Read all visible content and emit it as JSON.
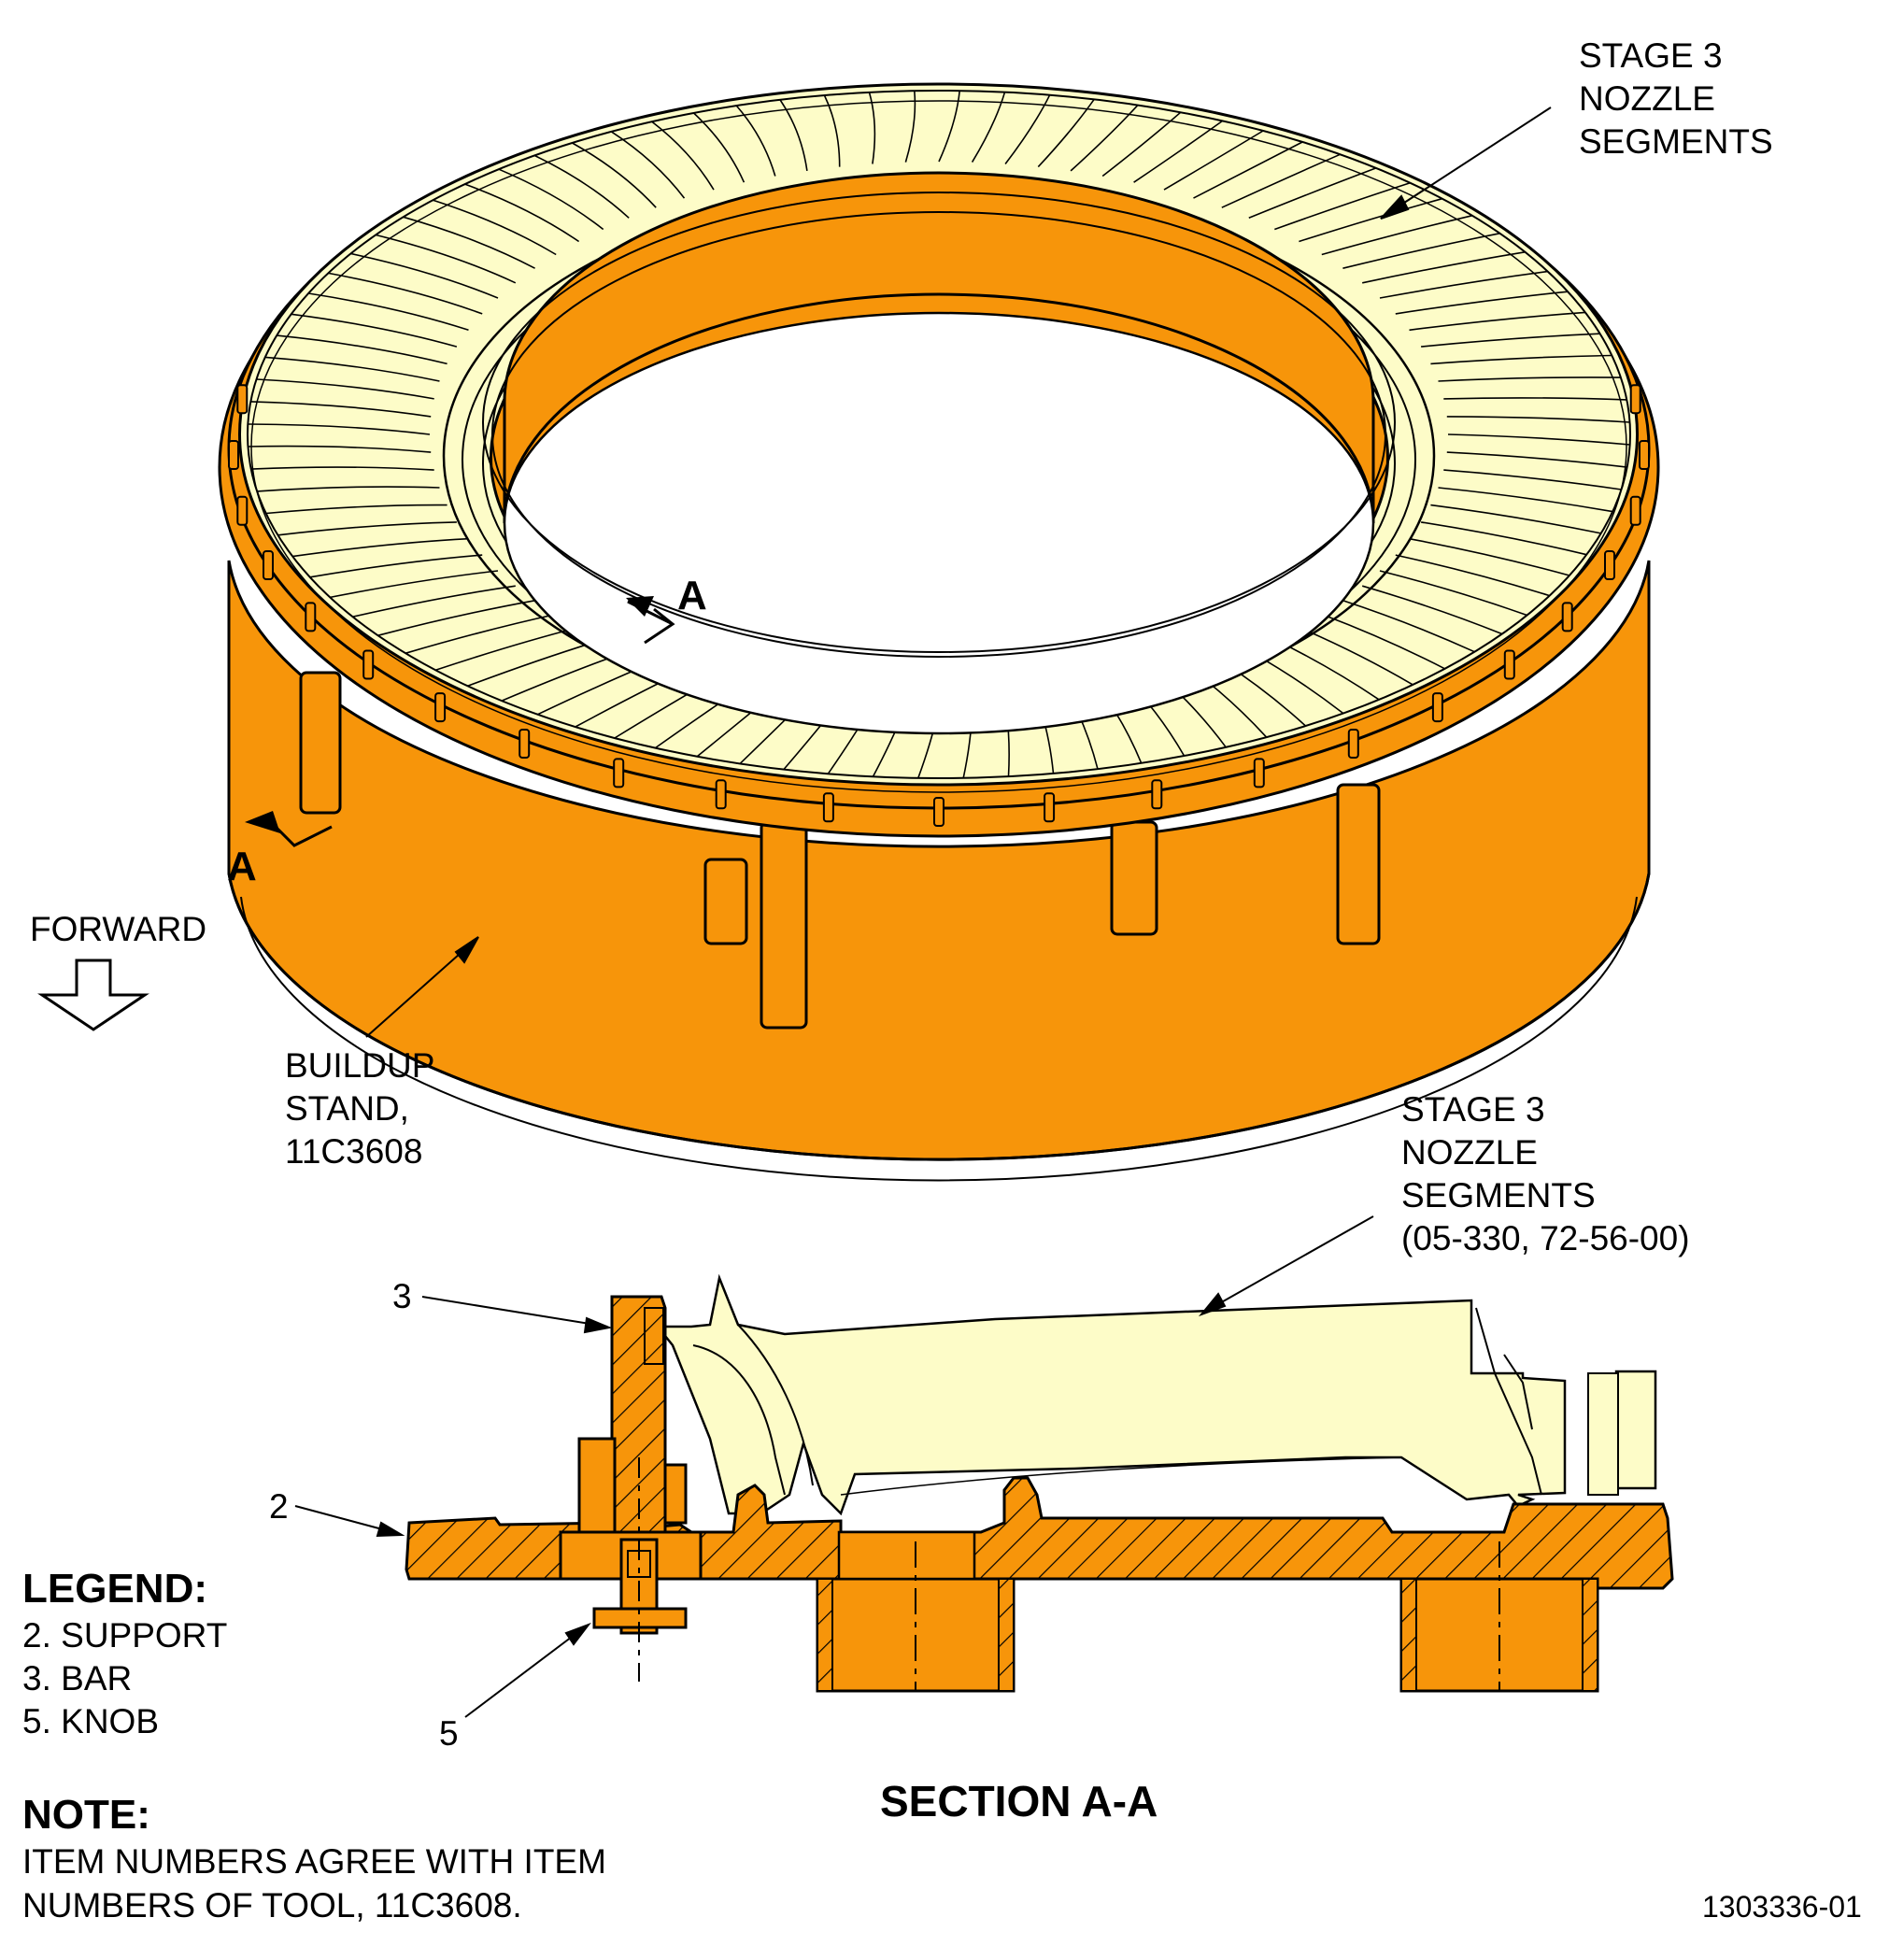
{
  "callouts": {
    "stage3_top": [
      "STAGE 3",
      "NOZZLE",
      "SEGMENTS"
    ],
    "buildup_stand": [
      "BUILDUP",
      "STAND,",
      "11C3608"
    ],
    "stage3_section": [
      "STAGE 3",
      "NOZZLE",
      "SEGMENTS",
      "(05-330, 72-56-00)"
    ],
    "forward": "FORWARD",
    "section_marker_a1": "A",
    "section_marker_a2": "A",
    "item_3": "3",
    "item_2": "2",
    "item_5": "5"
  },
  "legend": {
    "title": "LEGEND:",
    "items": [
      "2. SUPPORT",
      "3. BAR",
      "5. KNOB"
    ]
  },
  "note": {
    "title": "NOTE:",
    "lines": [
      "ITEM NUMBERS AGREE WITH ITEM",
      "NUMBERS OF TOOL, 11C3608."
    ]
  },
  "section_title": "SECTION A-A",
  "figure_id": "1303336-01",
  "colors": {
    "stand_orange": "#f7950a",
    "stand_shadow": "#d97f05",
    "nozzle_cream": "#fdfcc8",
    "nozzle_shadow": "#e9e8b0",
    "outline": "#000000"
  }
}
